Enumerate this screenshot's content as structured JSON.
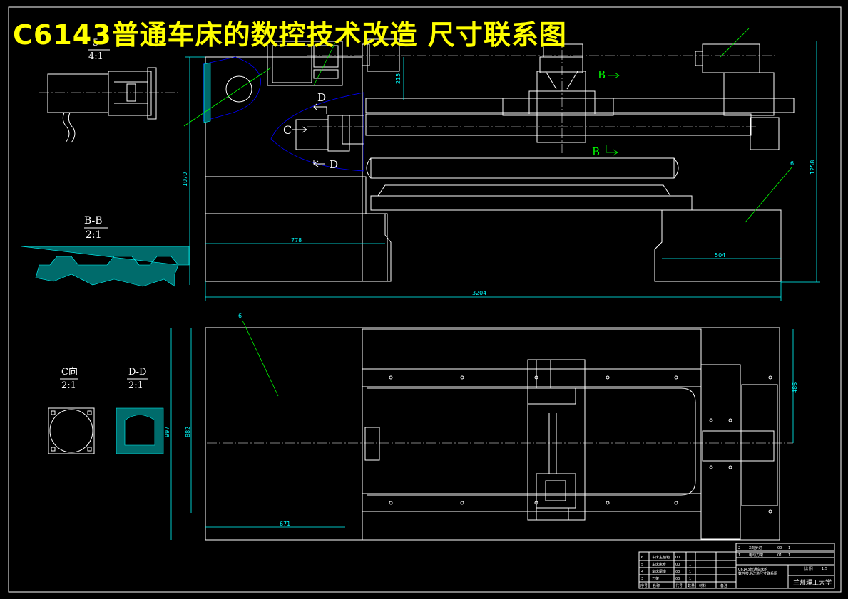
{
  "title": "C6143普通车床的数控技术改造 尺寸联系图",
  "views": {
    "top_detail": {
      "label_top": "5",
      "scale": "4:1"
    },
    "bb_section": {
      "label": "B-B",
      "scale": "2:1"
    },
    "c_view": {
      "label": "C向",
      "scale": "2:1"
    },
    "dd_section": {
      "label": "D-D",
      "scale": "2:1"
    }
  },
  "markers": {
    "b_top": "B",
    "b_bottom": "B",
    "c": "C",
    "d_top": "D",
    "d_bottom": "D",
    "part6_top": "6",
    "part6_plan": "6"
  },
  "dimensions": {
    "height_215": "215",
    "height_1070": "1070",
    "width_778": "778",
    "width_504": "504",
    "height_1258": "1258",
    "width_3204": "3204",
    "depth_486": "486",
    "depth_997": "997",
    "depth_882": "882",
    "width_671": "671"
  },
  "title_block": {
    "school": "兰州理工大学",
    "rows": [
      [
        "6",
        "车床主轴箱",
        "00",
        "1"
      ],
      [
        "5",
        "车床床身",
        "00",
        "1"
      ],
      [
        "4",
        "车床尾座",
        "00",
        "1"
      ],
      [
        "3",
        "刀架",
        "00",
        "1"
      ]
    ],
    "right_rows": [
      [
        "2",
        "X向步进",
        "00",
        "1"
      ],
      [
        "1",
        "电动刀架",
        "01",
        "1"
      ]
    ],
    "header": [
      "序号",
      "名称",
      "代号",
      "数量",
      "材料",
      "备注"
    ],
    "drawing_name_1": "C6143普通车床的",
    "drawing_name_2": "数控技术改造尺寸联系图",
    "scale_label": "比 例",
    "scale_value": "1:5"
  },
  "colors": {
    "title": "#ffff00",
    "outline": "#ffffff",
    "dim": "#00ffff",
    "leader": "#00ff00",
    "cut": "#0000ff"
  }
}
